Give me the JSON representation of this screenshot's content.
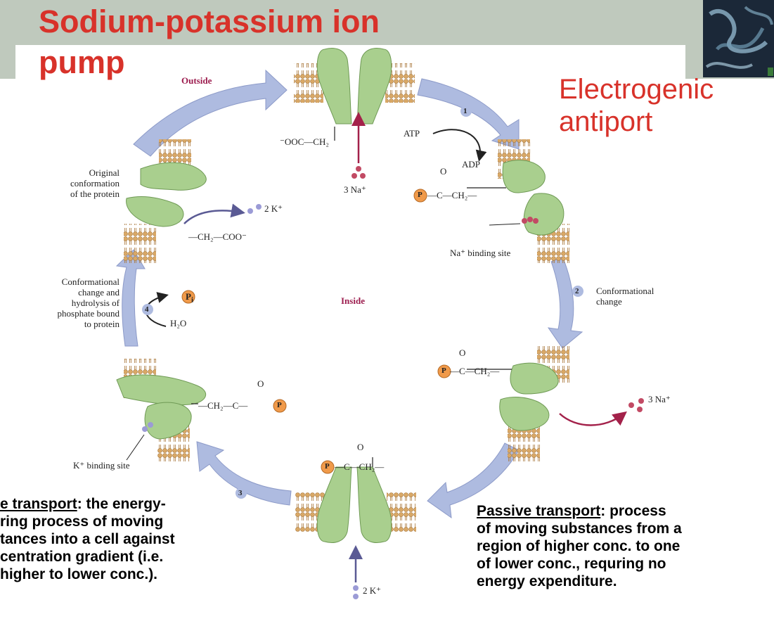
{
  "title": {
    "line1": "Sodium-potassium ion",
    "line2": "pump"
  },
  "subtitle": {
    "line1": "Electrogenic",
    "line2": "antiport"
  },
  "diagram": {
    "outside_label": "Outside",
    "inside_label": "Inside",
    "original_conformation": [
      "Original",
      "conformation",
      "of the protein"
    ],
    "step4_text": [
      "Conformational",
      "change and",
      "hydrolysis of",
      "phosphate bound",
      "to protein"
    ],
    "step2_text": [
      "Conformational",
      "change"
    ],
    "na_binding_site": "Na⁺ binding site",
    "k_binding_site": "K⁺ binding site",
    "atp": "ATP",
    "adp": "ADP",
    "h2o": "H₂O",
    "pi": "P",
    "pi_sub": "i",
    "na_3_top": "3 Na⁺",
    "na_3_right": "3 Na⁺",
    "k_2_top": "2 K⁺",
    "k_2_bottom": "2 K⁺",
    "ooc_ch2": "⁻OOC—CH₂",
    "ch2_coo": "—CH₂—COO⁻",
    "p_c_ch2": "—C—CH₂—",
    "ch2_c_p": "—CH₂—C—",
    "p_badge": "P",
    "step_numbers": [
      "1",
      "2",
      "3",
      "4"
    ],
    "carbonyl_o": "O"
  },
  "active_transport": {
    "term": "e transport",
    "lines": [
      ": the energy-",
      "ring process of moving",
      "tances into a cell against",
      "centration gradient (i.e.",
      "higher to lower conc.)."
    ]
  },
  "passive_transport": {
    "term": "Passive transport",
    "lines": [
      ": process",
      "of moving substances from a",
      "region of higher conc. to one",
      "of lower conc., requring no",
      "energy expenditure."
    ]
  },
  "colors": {
    "title_red": "#d8322a",
    "banner": "#bfc9bd",
    "arrow_fill": "#aebbe0",
    "protein_green": "#a9cf8e",
    "membrane_tan": "#d9a866",
    "ion_red": "#c24a64",
    "ion_purple": "#9b9bd6",
    "phosphate_orange": "#f09a4a"
  }
}
